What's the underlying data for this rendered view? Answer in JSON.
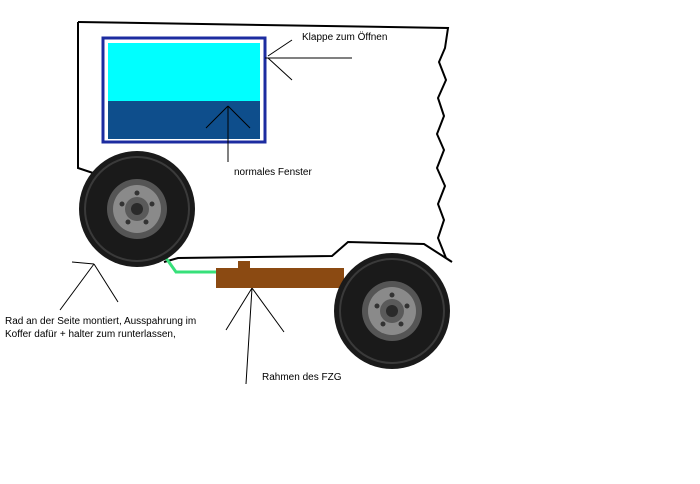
{
  "labels": {
    "hatch": "Klappe zum Öffnen",
    "window": "normales Fenster",
    "wheel_note": "Rad an der Seite montiert, Ausspahrung im\nKoffer dafür + halter zum runterlassen,",
    "frame": "Rahmen des FZG"
  },
  "colors": {
    "window_border": "#1c2ca0",
    "window_hatch": "#00ffff",
    "window_lower": "#0e4e8c",
    "frame": "#8b4a12",
    "hose": "#37e07a",
    "tire": "#1a1a1a"
  }
}
